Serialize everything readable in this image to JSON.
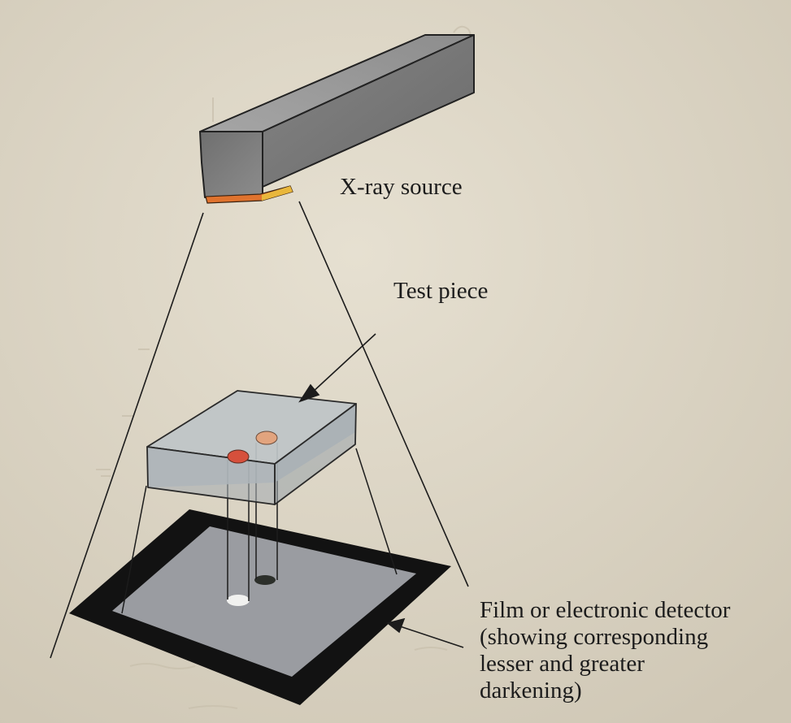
{
  "labels": {
    "xray_source": "X-ray source",
    "test_piece": "Test piece",
    "detector": [
      "Film or electronic detector",
      "(showing corresponding",
      "lesser and greater",
      "darkening)"
    ]
  },
  "colors": {
    "paper": "#dbd4c4",
    "source_body": "#7b7b7b",
    "source_emitter": "#e0732e",
    "test_piece": "#b5bcc0",
    "void_red": "#d6503c",
    "void_peach": "#e2a47e",
    "film_frame": "#121212",
    "film_area": "#9a9ca1",
    "ink": "#1c1c1c"
  }
}
